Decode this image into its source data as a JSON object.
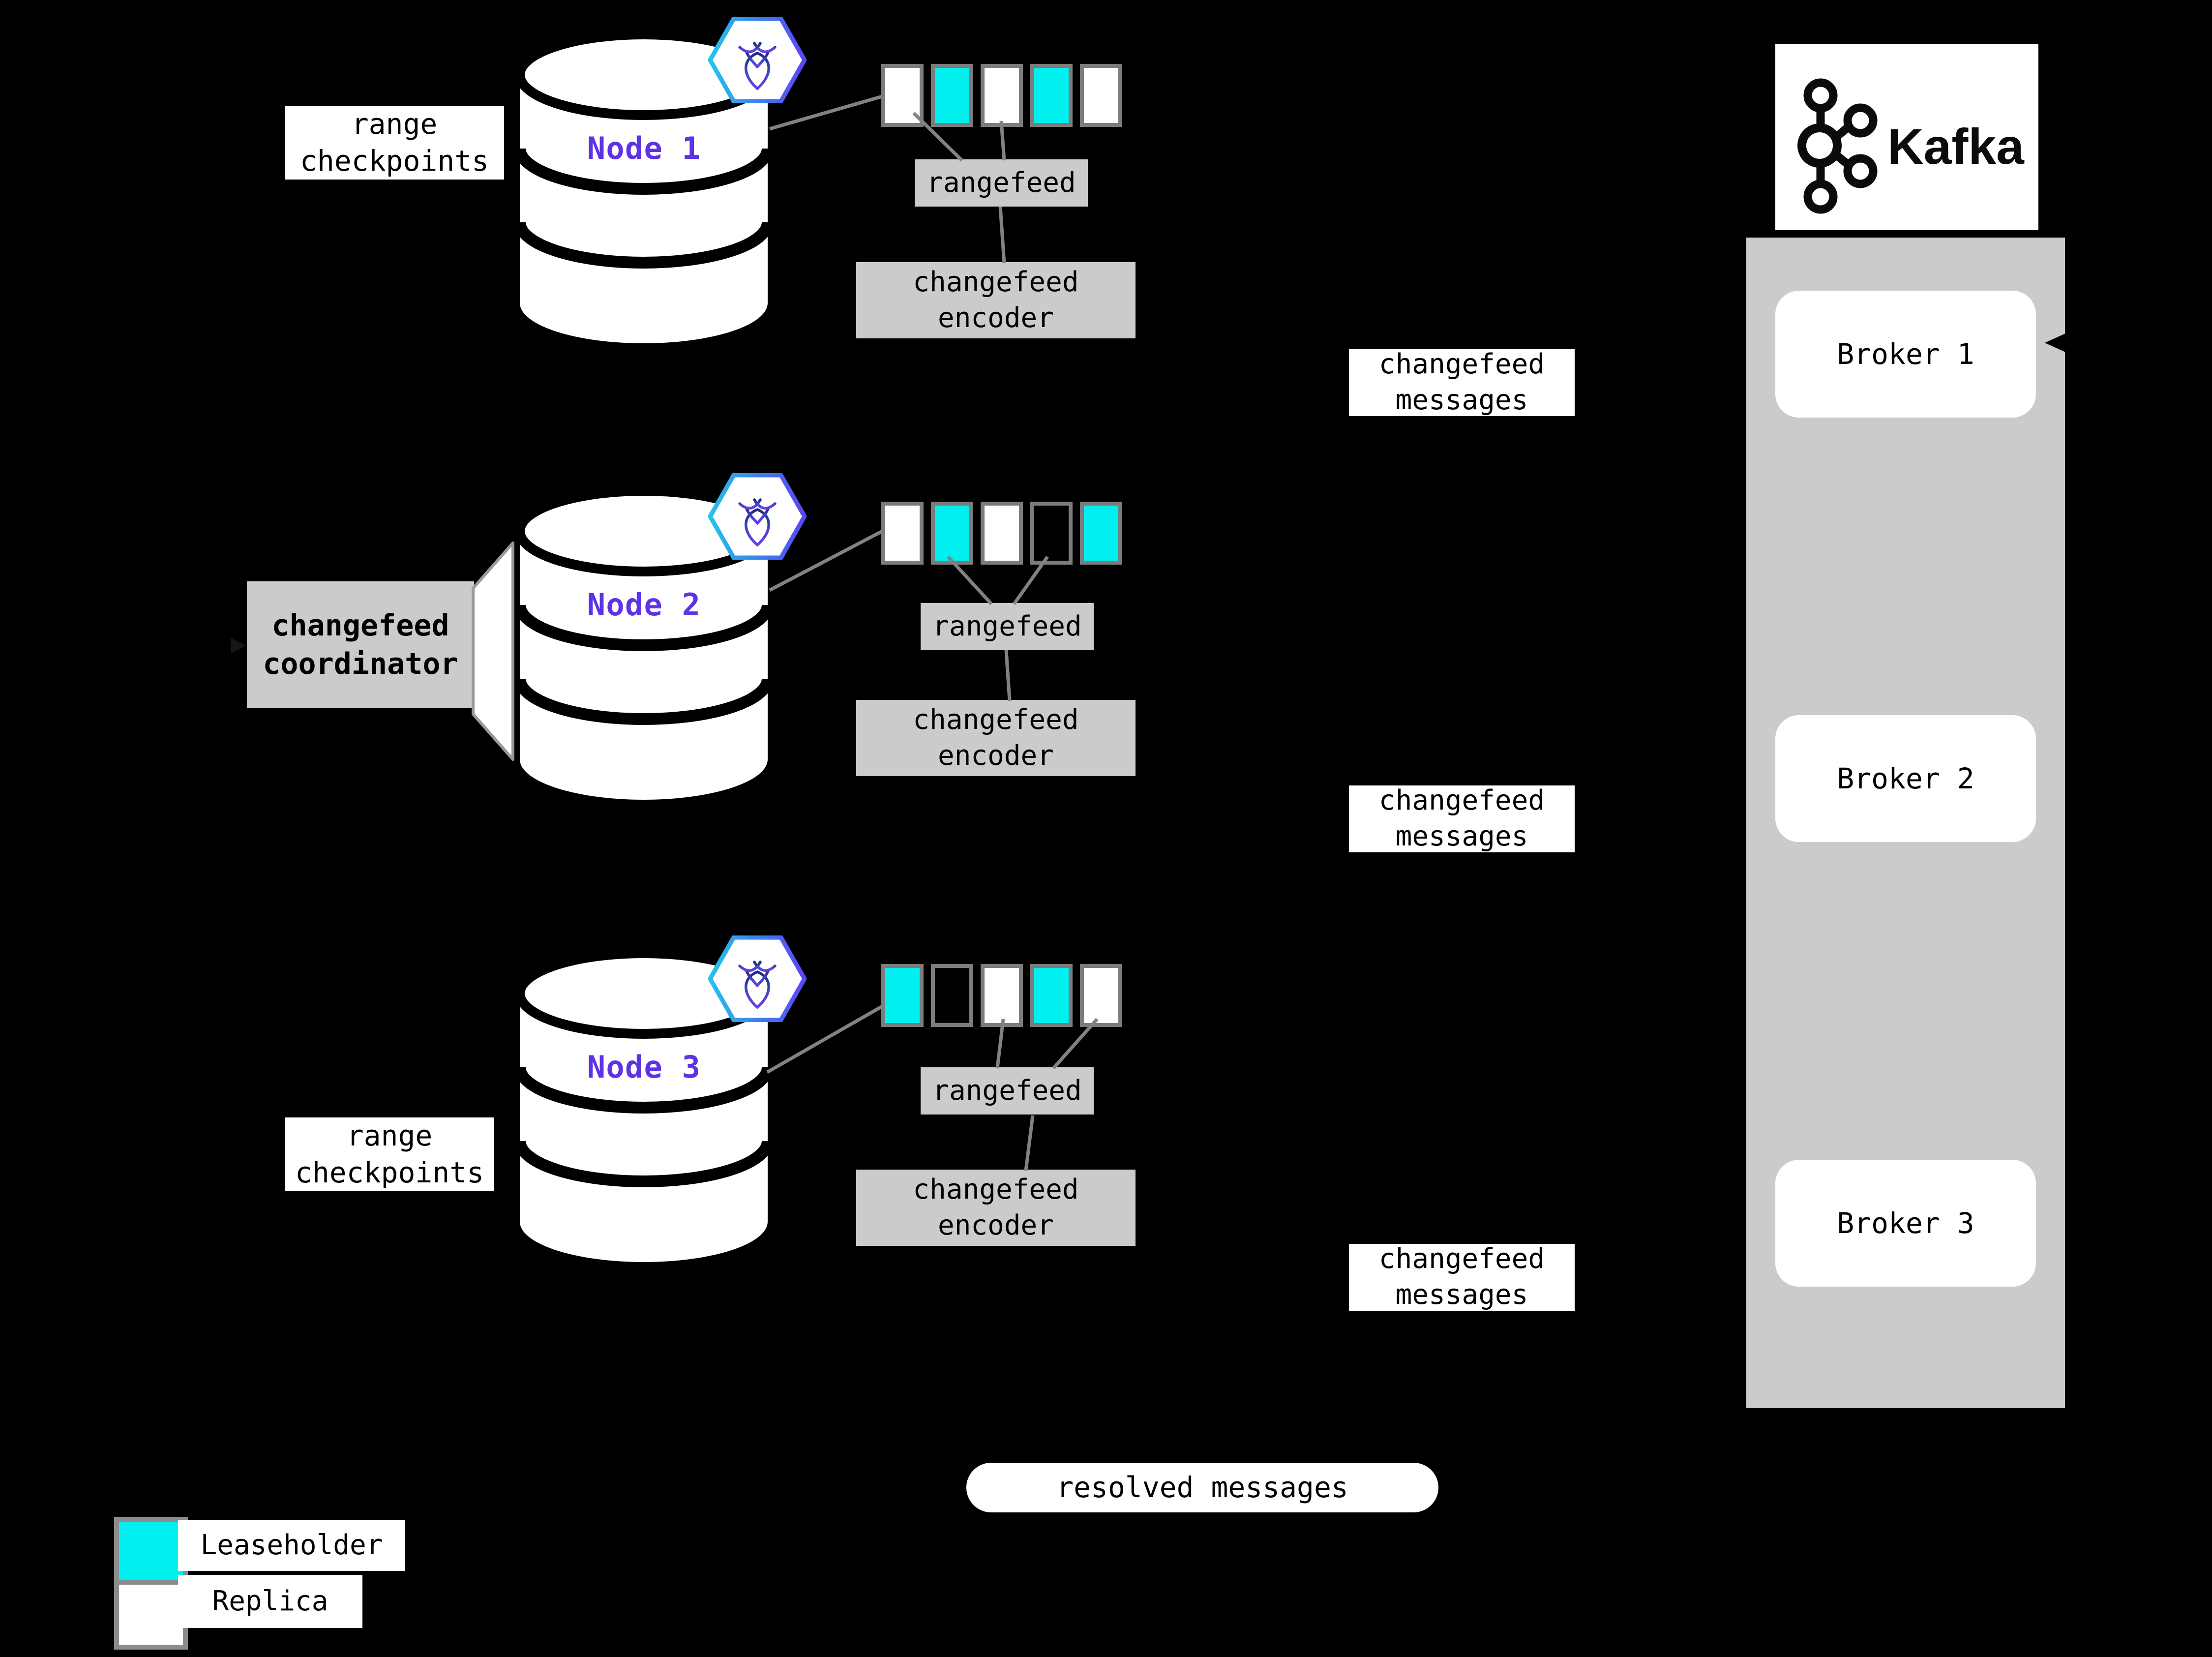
{
  "colors": {
    "background": "#000000",
    "leaseholder": "#00F0F0",
    "replica": "#FFFFFF",
    "gray_box": "#CBCBCB",
    "gray_border": "#7C7C7C",
    "connector_line": "#828282",
    "node_label": "#5E33E6",
    "hex_border_left": "#24C4E8",
    "hex_border_right": "#5B46F5"
  },
  "nodes": [
    {
      "label": "Node 1",
      "checkpoints_line1": "range",
      "checkpoints_line2": "checkpoints",
      "rangefeed": "rangefeed",
      "encoder_line1": "changefeed",
      "encoder_line2": "encoder",
      "messages_line1": "changefeed",
      "messages_line2": "messages",
      "ranges": [
        "replica",
        "leaseholder",
        "replica",
        "leaseholder",
        "replica"
      ]
    },
    {
      "label": "Node 2",
      "rangefeed": "rangefeed",
      "encoder_line1": "changefeed",
      "encoder_line2": "encoder",
      "messages_line1": "changefeed",
      "messages_line2": "messages",
      "ranges": [
        "replica",
        "leaseholder",
        "replica",
        "empty",
        "leaseholder"
      ]
    },
    {
      "label": "Node 3",
      "checkpoints_line1": "range",
      "checkpoints_line2": "checkpoints",
      "rangefeed": "rangefeed",
      "encoder_line1": "changefeed",
      "encoder_line2": "encoder",
      "messages_line1": "changefeed",
      "messages_line2": "messages",
      "ranges": [
        "leaseholder",
        "empty",
        "replica",
        "leaseholder",
        "replica"
      ]
    }
  ],
  "coordinator": {
    "line1": "changefeed",
    "line2": "coordinator"
  },
  "kafka": {
    "wordmark": "Kafka",
    "brokers": [
      "Broker 1",
      "Broker 2",
      "Broker 3"
    ]
  },
  "resolved_label": "resolved messages",
  "legend": {
    "leaseholder": "Leaseholder",
    "replica": "Replica"
  }
}
